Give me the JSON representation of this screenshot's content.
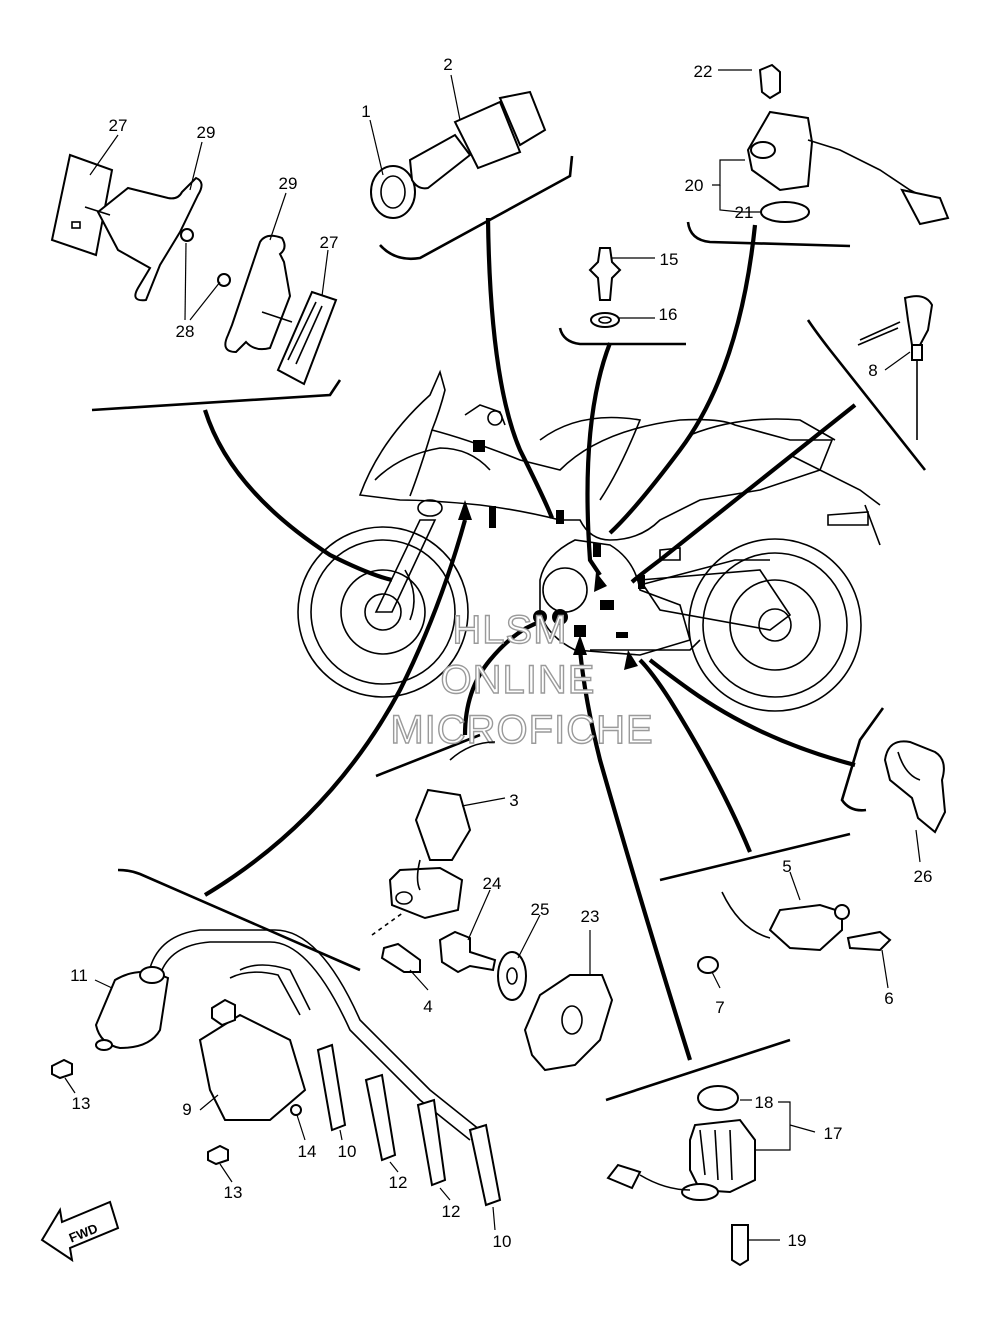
{
  "diagram": {
    "watermark": [
      "HLSM",
      "ONLINE",
      "MICROFICHE"
    ],
    "fwd_label": "FWD",
    "callouts": [
      "1",
      "2",
      "3",
      "4",
      "5",
      "6",
      "7",
      "8",
      "9",
      "10",
      "10",
      "11",
      "12",
      "12",
      "13",
      "13",
      "14",
      "15",
      "16",
      "17",
      "18",
      "19",
      "20",
      "21",
      "22",
      "23",
      "24",
      "25",
      "26",
      "27",
      "27",
      "28",
      "29",
      "29"
    ]
  }
}
